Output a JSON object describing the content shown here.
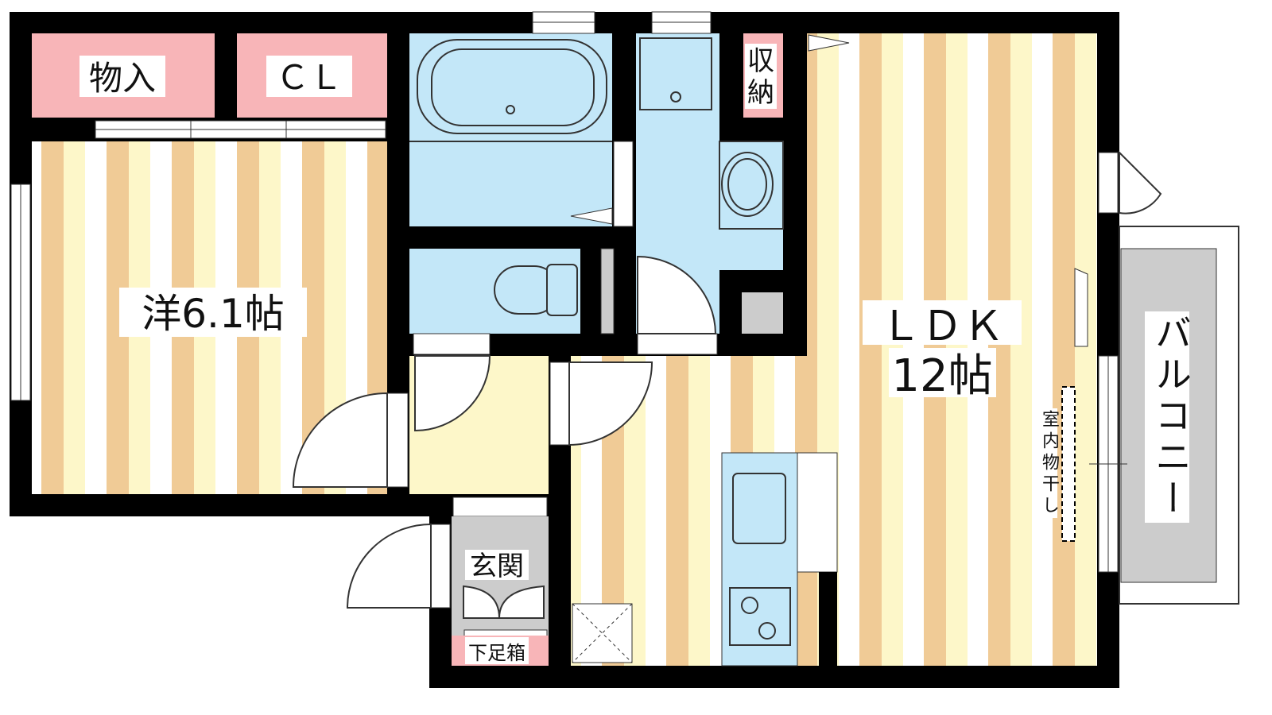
{
  "rooms": {
    "western": {
      "label": "洋6.1帖"
    },
    "storage1": {
      "label": "物入"
    },
    "closet": {
      "label": "ＣＬ"
    },
    "storage2": {
      "label": "収納",
      "line1": "収",
      "line2": "納"
    },
    "ldk": {
      "label": "ＬＤＫ",
      "size": "12帖"
    },
    "entrance": {
      "label": "玄関"
    },
    "shoe_box": {
      "label": "下足箱"
    },
    "balcony": {
      "label": "バルコニー",
      "chars": [
        "バ",
        "ル",
        "コ",
        "ニ",
        "ー"
      ]
    },
    "indoor_drying": {
      "label": "室内物干し",
      "chars": [
        "室",
        "内",
        "物",
        "干",
        "し"
      ]
    }
  },
  "colors": {
    "wall": "#000000",
    "stripe_tan": "#f0cb96",
    "stripe_cream": "#fdf7c9",
    "wet_area": "#c3e7f8",
    "storage_pink": "#f8b5b8",
    "entrance_gray": "#cccccc",
    "hall_cream": "#fdf7c9"
  }
}
